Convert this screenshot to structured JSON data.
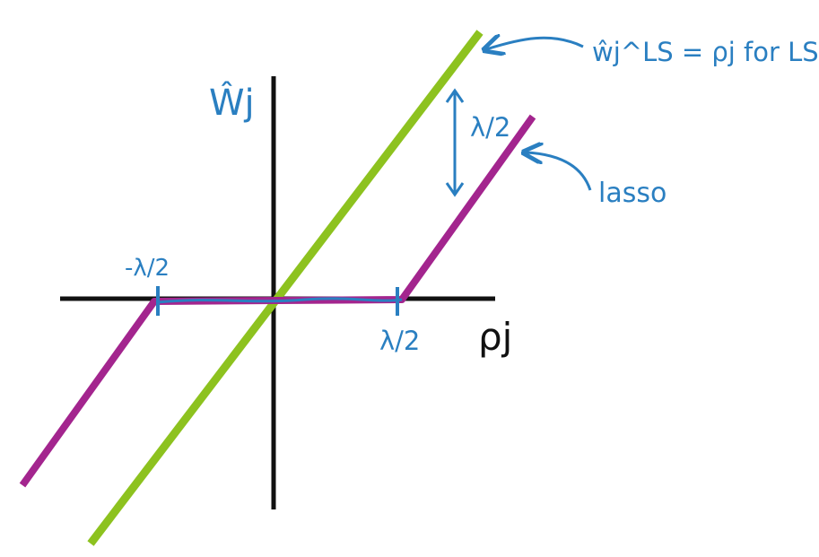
{
  "labels": {
    "y_axis": "Ŵj",
    "x_axis": "ρj",
    "ls_note": "ŵj^LS = ρj for LS",
    "lasso": "lasso",
    "lambda_half": "λ/2",
    "neg_lambda_half": "-λ/2",
    "offset_lambda_half": "λ/2"
  },
  "colors": {
    "axes": "#111111",
    "least_squares": "#8dc21f",
    "lasso": "#a3258e",
    "annotation": "#2a7fc1"
  }
}
